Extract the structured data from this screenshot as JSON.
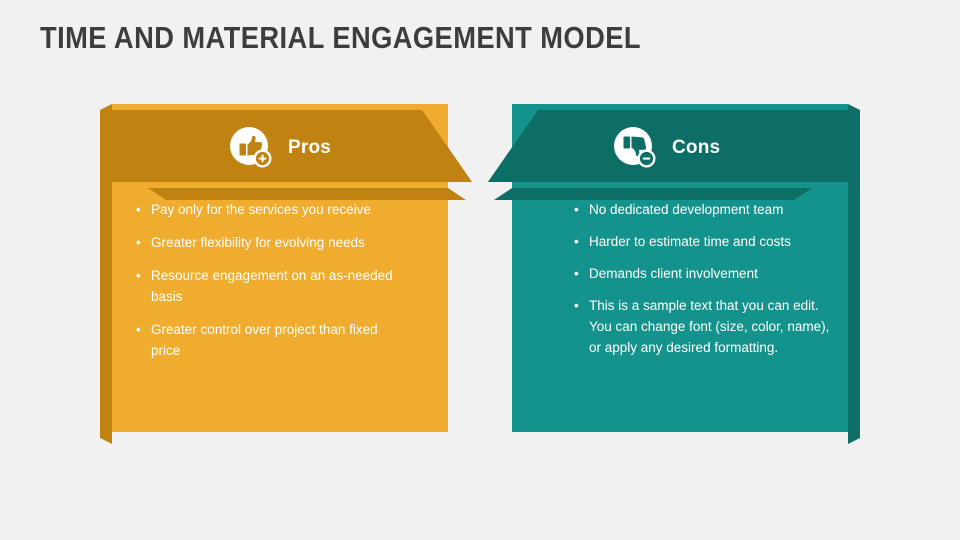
{
  "slide": {
    "title": "TIME AND MATERIAL ENGAGEMENT MODEL",
    "background_color": "#f1f1f1",
    "title_color": "#3d3d3d"
  },
  "cards": [
    {
      "id": "pros",
      "label": "Pros",
      "icon": "thumbs-up-plus-icon",
      "colors": {
        "body": "#EFAC2E",
        "header": "#C08312",
        "fold": "#C08312",
        "stripe": "#C08312",
        "shadow": "#B9820F"
      },
      "bullets": [
        "Pay only for the services you receive",
        "Greater flexibility for evolving needs",
        "Resource engagement on an as-needed basis",
        "Greater control over project than fixed price"
      ]
    },
    {
      "id": "cons",
      "label": "Cons",
      "icon": "thumbs-down-minus-icon",
      "colors": {
        "body": "#14938C",
        "header": "#0D6E66",
        "fold": "#0D6E66",
        "stripe": "#0D6E66",
        "shadow": "#0B6159"
      },
      "bullets": [
        "No dedicated development team",
        "Harder to estimate time and costs",
        "Demands client involvement",
        "This is a sample text that you can edit. You can change font (size, color, name), or apply any desired formatting."
      ]
    }
  ],
  "bullet_glyph": "•"
}
